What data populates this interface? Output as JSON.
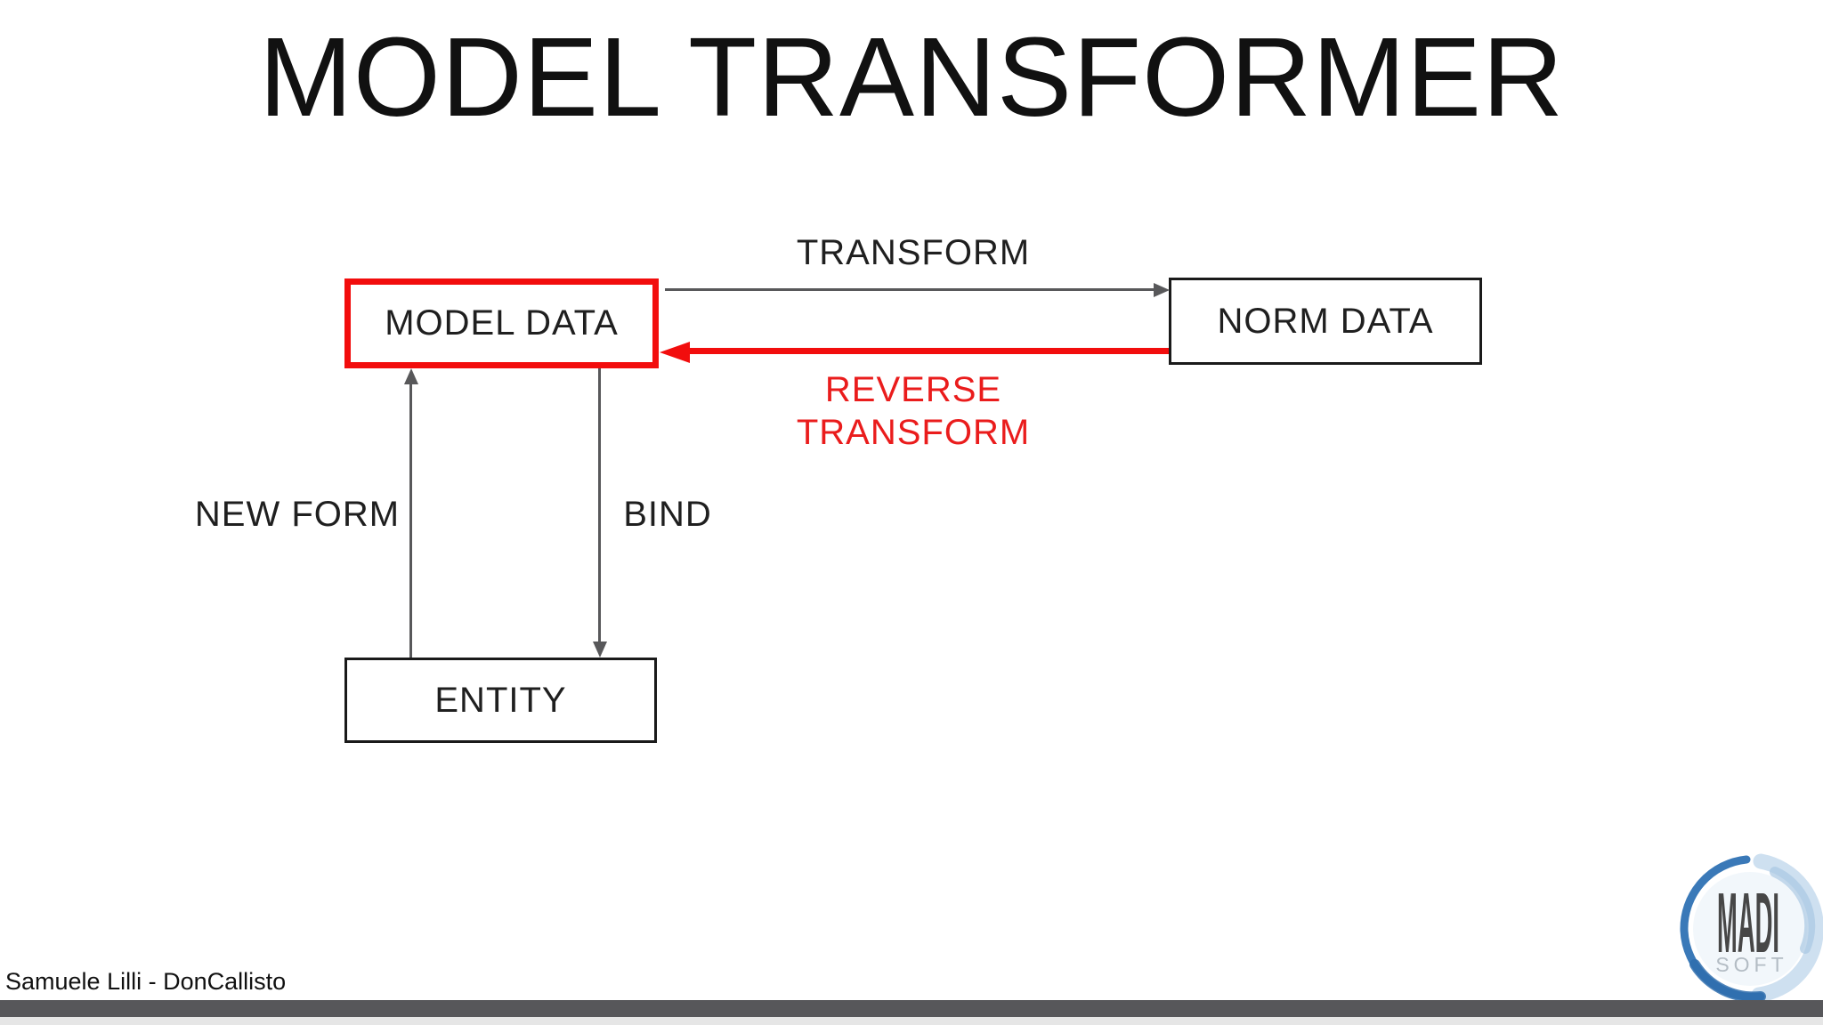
{
  "title": "MODEL TRANSFORMER",
  "footer": "Samuele Lilli - DonCallisto",
  "diagram": {
    "nodes": {
      "model_data": {
        "label": "MODEL DATA"
      },
      "norm_data": {
        "label": "NORM DATA"
      },
      "entity": {
        "label": "ENTITY"
      }
    },
    "edges": {
      "transform": {
        "label": "TRANSFORM",
        "from": "MODEL DATA",
        "to": "NORM DATA"
      },
      "reverse_transform": {
        "label_line1": "REVERSE",
        "label_line2": "TRANSFORM",
        "from": "NORM DATA",
        "to": "MODEL DATA"
      },
      "new_form": {
        "label": "NEW FORM",
        "from": "ENTITY",
        "to": "MODEL DATA"
      },
      "bind": {
        "label": "BIND",
        "from": "MODEL DATA",
        "to": "ENTITY"
      }
    }
  },
  "logo": {
    "top": "MADI",
    "bottom": "SOFT"
  },
  "colors": {
    "accent_red": "#f20d0d",
    "text_red": "#ea1c1c",
    "line_gray": "#58585a",
    "box_border_black": "#1a1a1a",
    "text_black": "#1f1f1f",
    "footer_bar_dark": "#57575a",
    "footer_bar_light": "#e6e6e6",
    "logo_blue": "#3a79b8",
    "logo_light_blue": "#c2d8ec",
    "logo_text_dark": "#474747",
    "logo_text_light": "#b3bcc4"
  }
}
